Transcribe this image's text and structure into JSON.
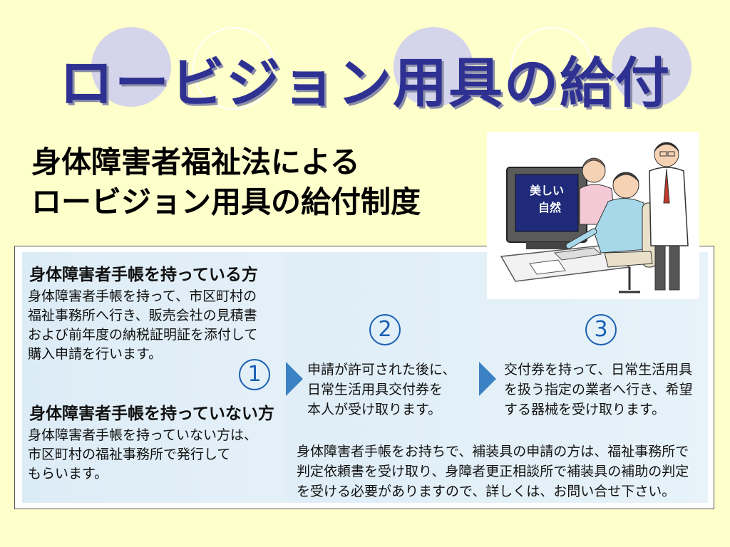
{
  "title": "ロービジョン用具の給付",
  "subtitle": {
    "line1": "身体障害者福祉法による",
    "line2": "ロービジョン用具の給付制度"
  },
  "illustration": {
    "screen_text_1": "美しい",
    "screen_text_2": "自然"
  },
  "left_column": {
    "has_book": {
      "heading": "身体障害者手帳を持っている方",
      "lines": [
        "身体障害者手帳を持って、市区町村の",
        "福祉事務所へ行き、販売会社の見積書",
        "および前年度の納税証明証を添付して",
        "購入申請を行います。"
      ]
    },
    "no_book": {
      "heading": "身体障害者手帳を持っていない方",
      "lines": [
        "身体障害者手帳を持っていない方は、",
        "市区町村の福祉事務所で発行して",
        "もらいます。"
      ]
    }
  },
  "steps": [
    {
      "number": "1"
    },
    {
      "number": "2",
      "lines": [
        "申請が許可された後に、",
        "日常生活用具交付券を",
        "本人が受け取ります。"
      ]
    },
    {
      "number": "3",
      "lines": [
        "交付券を持って、日常生活用具",
        "を扱う指定の業者へ行き、希望",
        "する器械を受け取ります。"
      ]
    }
  ],
  "note": {
    "lines": [
      "身体障害者手帳をお持ちで、補装具の申請の方は、福祉事務所で",
      "判定依頼書を受け取り、身障者更正相談所で補装具の補助の判定",
      "を受ける必要がありますので、詳しくは、お問い合せ下さい。"
    ]
  },
  "colors": {
    "background": "#ffffcc",
    "title": "#2e3192",
    "accent_blue": "#1a5fb4",
    "panel_blue": "#dcecf6",
    "decor_circle": "#d6d6ea"
  }
}
